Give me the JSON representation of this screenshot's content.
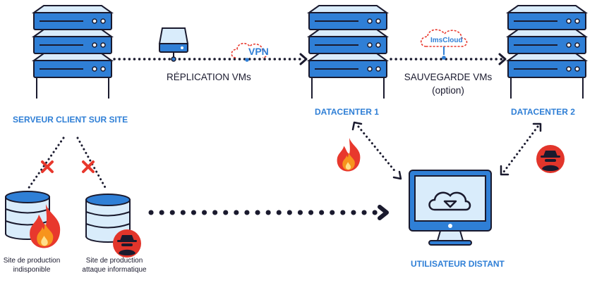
{
  "labels": {
    "client_server": "SERVEUR CLIENT SUR SITE",
    "datacenter1": "DATACENTER 1",
    "datacenter2": "DATACENTER 2",
    "remote_user": "UTILISATEUR DISTANT",
    "replication": "RÉPLICATION VMs",
    "backup_line1": "SAUVEGARDE VMs",
    "backup_line2": "(option)",
    "vpn": "VPN",
    "imscloud": "ImsCloud",
    "site1_line1": "Site de production",
    "site1_line2": "indisponible",
    "site2_line1": "Site de production",
    "site2_line2": "attaque informatique"
  },
  "colors": {
    "server_blue": "#2f7fd6",
    "server_light": "#d9ecfb",
    "outline": "#1a1a2e",
    "fire_red": "#e8382d",
    "fire_orange": "#f7941d",
    "hacker_red": "#e2352b"
  },
  "icons": [
    "server-rack-icon",
    "drive-icon",
    "cloud-icon",
    "database-icon",
    "fire-icon",
    "hacker-icon",
    "cross-icon",
    "monitor-cloud-icon"
  ]
}
